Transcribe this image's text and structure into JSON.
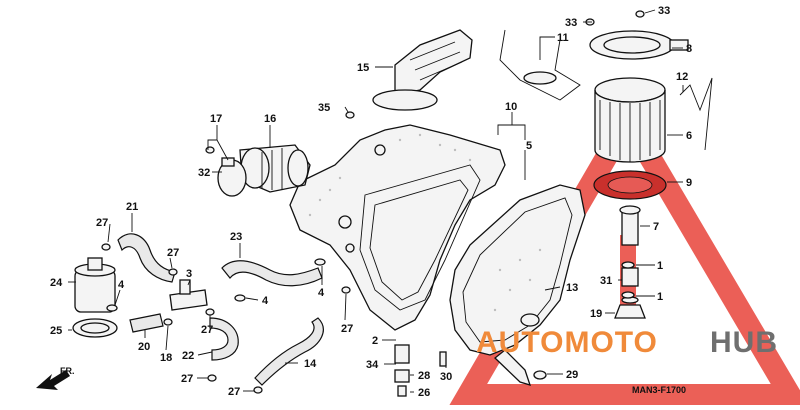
{
  "diagram": {
    "code": "MAN3-F1700",
    "direction_label": "FR.",
    "watermark": {
      "part1": "AUTOMOTO",
      "part2": "HUB",
      "accent_color": "#f08a3a",
      "gray_color": "#6f6f6f",
      "warning_color": "#e8443a"
    },
    "callouts": [
      {
        "id": "33a",
        "label": "33"
      },
      {
        "id": "33b",
        "label": "33"
      },
      {
        "id": "11",
        "label": "11"
      },
      {
        "id": "8",
        "label": "8"
      },
      {
        "id": "12",
        "label": "12"
      },
      {
        "id": "15",
        "label": "15"
      },
      {
        "id": "35",
        "label": "35"
      },
      {
        "id": "10",
        "label": "10"
      },
      {
        "id": "5",
        "label": "5"
      },
      {
        "id": "6",
        "label": "6"
      },
      {
        "id": "17",
        "label": "17"
      },
      {
        "id": "16",
        "label": "16"
      },
      {
        "id": "32",
        "label": "32"
      },
      {
        "id": "9",
        "label": "9"
      },
      {
        "id": "7",
        "label": "7"
      },
      {
        "id": "1a",
        "label": "1"
      },
      {
        "id": "31",
        "label": "31"
      },
      {
        "id": "1b",
        "label": "1"
      },
      {
        "id": "19",
        "label": "19"
      },
      {
        "id": "21",
        "label": "21"
      },
      {
        "id": "27a",
        "label": "27"
      },
      {
        "id": "27b",
        "label": "27"
      },
      {
        "id": "23",
        "label": "23"
      },
      {
        "id": "3",
        "label": "3"
      },
      {
        "id": "24",
        "label": "24"
      },
      {
        "id": "4a",
        "label": "4"
      },
      {
        "id": "4b",
        "label": "4"
      },
      {
        "id": "4c",
        "label": "4"
      },
      {
        "id": "13",
        "label": "13"
      },
      {
        "id": "25",
        "label": "25"
      },
      {
        "id": "20",
        "label": "20"
      },
      {
        "id": "18",
        "label": "18"
      },
      {
        "id": "27c",
        "label": "27"
      },
      {
        "id": "27d",
        "label": "27"
      },
      {
        "id": "22",
        "label": "22"
      },
      {
        "id": "2",
        "label": "2"
      },
      {
        "id": "14",
        "label": "14"
      },
      {
        "id": "34",
        "label": "34"
      },
      {
        "id": "28",
        "label": "28"
      },
      {
        "id": "30",
        "label": "30"
      },
      {
        "id": "29",
        "label": "29"
      },
      {
        "id": "27e",
        "label": "27"
      },
      {
        "id": "27f",
        "label": "27"
      },
      {
        "id": "26",
        "label": "26"
      }
    ]
  }
}
